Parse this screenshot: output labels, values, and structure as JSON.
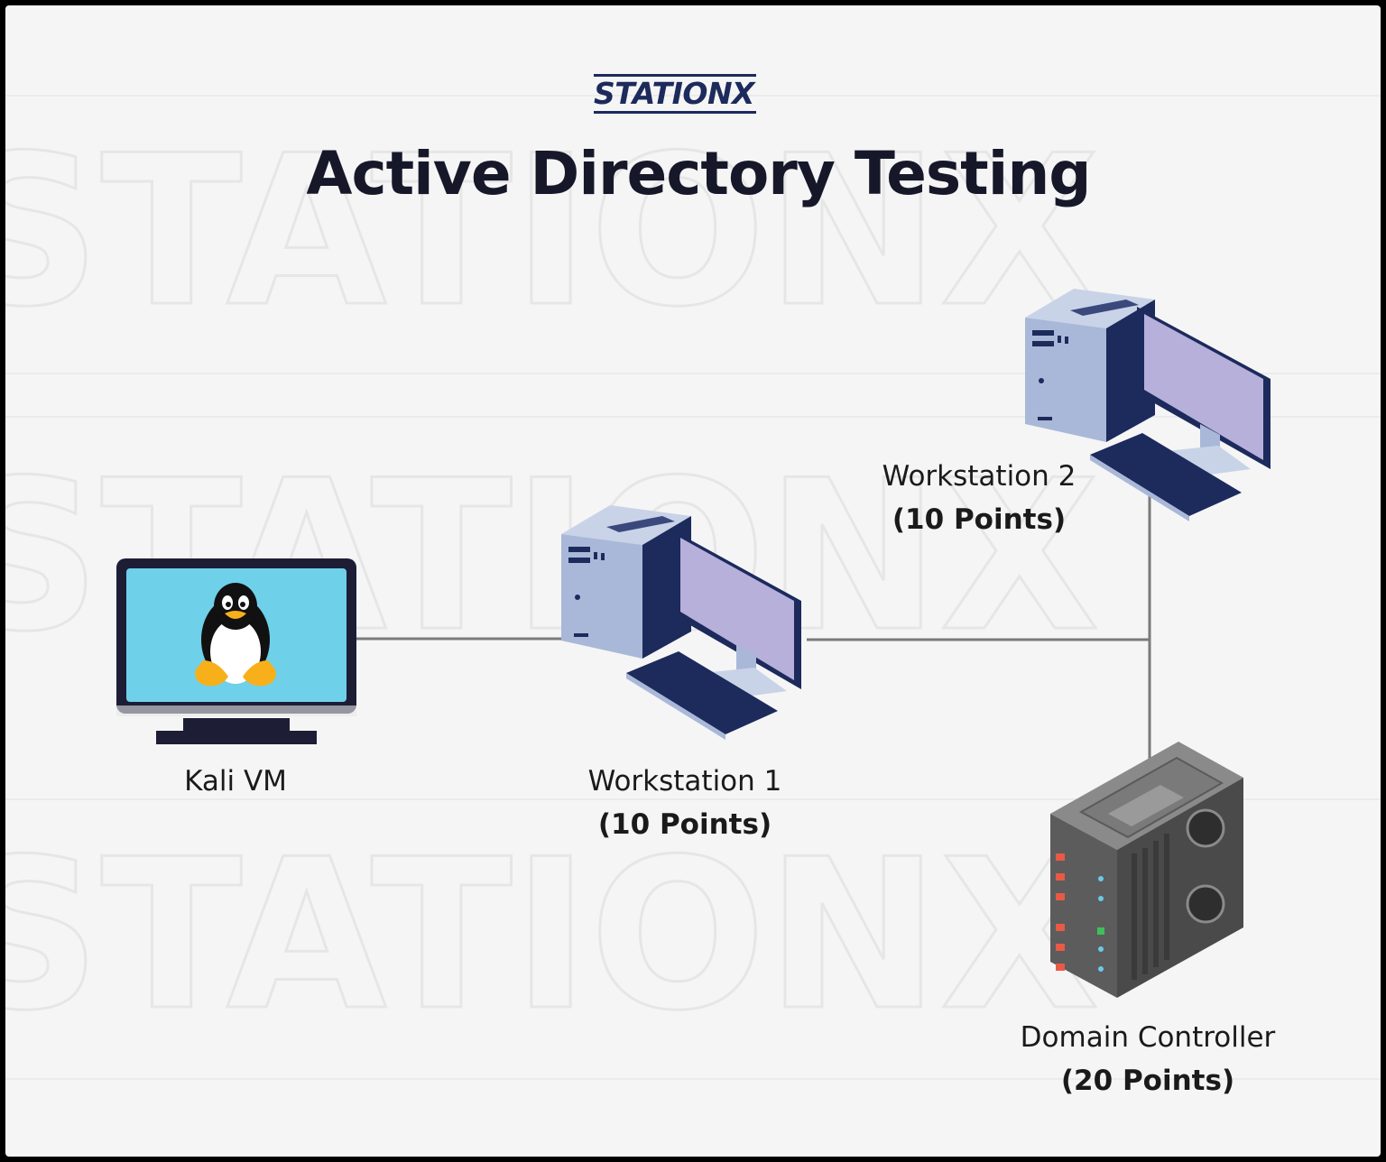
{
  "brand": {
    "logo_text": "STATIONX",
    "watermark_text": "STATIONX"
  },
  "title": "Active Directory Testing",
  "nodes": {
    "kali": {
      "name": "Kali VM",
      "icon": "linux-tux-monitor-icon"
    },
    "workstation1": {
      "name": "Workstation 1",
      "points": "(10 Points)",
      "icon": "desktop-computer-icon"
    },
    "workstation2": {
      "name": "Workstation 2",
      "points": "(10 Points)",
      "icon": "desktop-computer-icon"
    },
    "domain_controller": {
      "name": "Domain Controller",
      "points": "(20 Points)",
      "icon": "server-rack-icon"
    }
  },
  "colors": {
    "background": "#f5f5f5",
    "title": "#16182a",
    "brand": "#1c2a5c",
    "link": "#7a7a7a",
    "screen_kali": "#6fd0ea",
    "screen_workstation": "#b6b0da"
  }
}
